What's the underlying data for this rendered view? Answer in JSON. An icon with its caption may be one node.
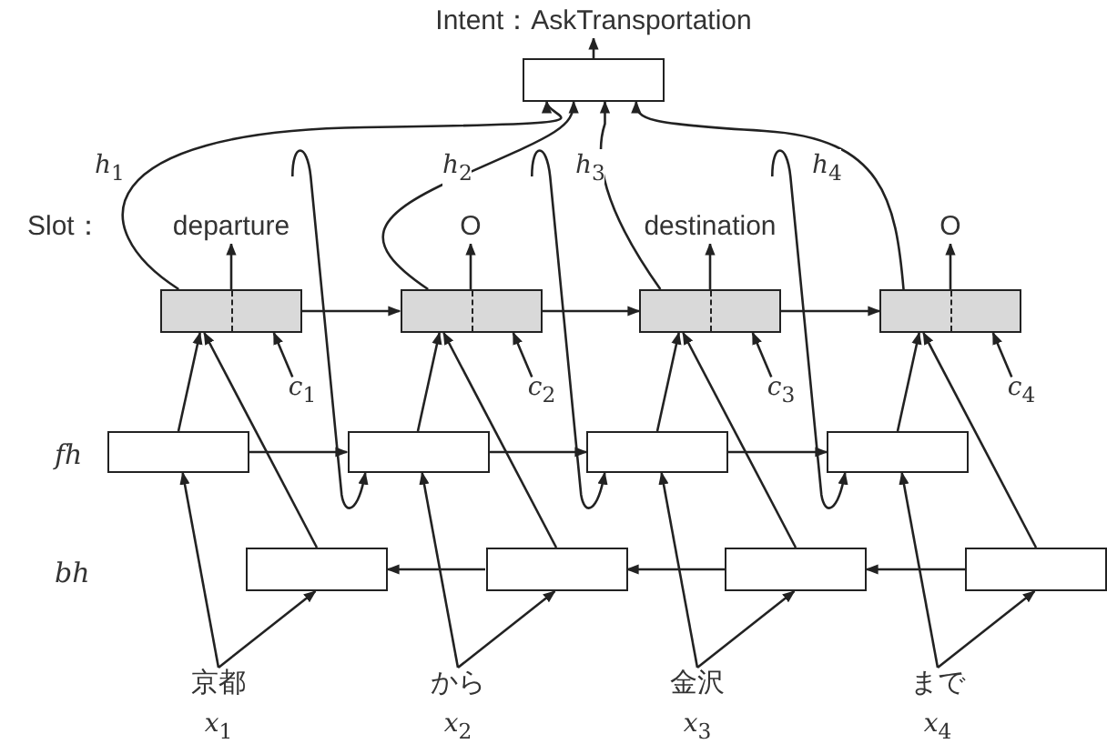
{
  "diagram": {
    "nodes": [
      {
        "text": [
          "Intent：AskTransportation"
        ]
      },
      {
        "text": [],
        "shape": "box"
      },
      {
        "text": [
          "departure"
        ]
      },
      {
        "text": [
          "O"
        ]
      },
      {
        "text": [
          "destination"
        ]
      },
      {
        "text": [
          "O"
        ]
      },
      {
        "text": [],
        "shape": "box"
      },
      {
        "text": [],
        "shape": "box"
      },
      {
        "text": [],
        "shape": "box"
      },
      {
        "text": [],
        "shape": "box"
      },
      {
        "text": [
          "*c*$_{1}$"
        ]
      },
      {
        "text": [
          "*c*$_{2}$"
        ]
      },
      {
        "text": [
          "*c*$_{3}$"
        ]
      },
      {
        "text": [
          "*c*$_{4}$"
        ]
      },
      {
        "text": [],
        "shape": "box"
      },
      {
        "text": [],
        "shape": "box"
      },
      {
        "text": [],
        "shape": "box"
      },
      {
        "text": [],
        "shape": "box"
      },
      {
        "text": [],
        "shape": "box"
      },
      {
        "text": [],
        "shape": "box"
      },
      {
        "text": [],
        "shape": "box"
      },
      {
        "text": [],
        "shape": "box"
      },
      {
        "text": [
          "京都"
        ],
        "beside": [
          "*x*$_{1}$"
        ]
      },
      {
        "text": [
          "から"
        ],
        "beside": [
          "*x*$_{2}$"
        ]
      },
      {
        "text": [
          "金沢"
        ],
        "beside": [
          "*x*$_{3}$"
        ]
      },
      {
        "text": [
          "まで"
        ],
        "beside": [
          "*x*$_{4}$"
        ]
      }
    ],
    "edges": [
      {
        "from": 1,
        "to": 0,
        "arrow": "to"
      },
      {
        "from": 6,
        "to": 2,
        "arrow": "to"
      },
      {
        "from": 7,
        "to": 3,
        "arrow": "to"
      },
      {
        "from": 8,
        "to": 4,
        "arrow": "to"
      },
      {
        "from": 9,
        "to": 5,
        "arrow": "to"
      },
      {
        "from": 6,
        "to": 1,
        "arrow": "to",
        "label": "*h*$_{1}$"
      },
      {
        "from": 7,
        "to": 1,
        "arrow": "to",
        "label": "*h*$_{2}$"
      },
      {
        "from": 8,
        "to": 1,
        "arrow": "to",
        "label": "*h*$_{3}$"
      },
      {
        "from": 9,
        "to": 1,
        "arrow": "to",
        "label": "*h*$_{4}$"
      },
      {
        "from": 10,
        "to": 6,
        "arrow": "to"
      },
      {
        "from": 11,
        "to": 7,
        "arrow": "to"
      },
      {
        "from": 12,
        "to": 8,
        "arrow": "to"
      },
      {
        "from": 13,
        "to": 9,
        "arrow": "to"
      },
      {
        "from": 6,
        "to": 7,
        "arrow": "to"
      },
      {
        "from": 7,
        "to": 8,
        "arrow": "to"
      },
      {
        "from": 8,
        "to": 9,
        "arrow": "to"
      },
      {
        "from": 14,
        "to": 15,
        "arrow": "to"
      },
      {
        "from": 15,
        "to": 16,
        "arrow": "to"
      },
      {
        "from": 16,
        "to": 17,
        "arrow": "to"
      },
      {
        "from": 21,
        "to": 20,
        "arrow": "to"
      },
      {
        "from": 20,
        "to": 19,
        "arrow": "to"
      },
      {
        "from": 19,
        "to": 18,
        "arrow": "to"
      },
      {
        "from": 14,
        "to": 6,
        "arrow": "to"
      },
      {
        "from": 15,
        "to": 7,
        "arrow": "to"
      },
      {
        "from": 16,
        "to": 8,
        "arrow": "to"
      },
      {
        "from": 17,
        "to": 9,
        "arrow": "to"
      },
      {
        "from": 18,
        "to": 6,
        "arrow": "to"
      },
      {
        "from": 19,
        "to": 7,
        "arrow": "to"
      },
      {
        "from": 20,
        "to": 8,
        "arrow": "to"
      },
      {
        "from": 21,
        "to": 9,
        "arrow": "to"
      },
      {
        "from": null,
        "to": 15,
        "arrow": "to"
      },
      {
        "from": null,
        "to": 16,
        "arrow": "to"
      },
      {
        "from": null,
        "to": 17,
        "arrow": "to"
      },
      {
        "from": 22,
        "to": 14,
        "arrow": "to"
      },
      {
        "from": 23,
        "to": 15,
        "arrow": "to"
      },
      {
        "from": 24,
        "to": 16,
        "arrow": "to"
      },
      {
        "from": 25,
        "to": 17,
        "arrow": "to"
      },
      {
        "from": 22,
        "to": 18,
        "arrow": "to"
      },
      {
        "from": 23,
        "to": 19,
        "arrow": "to"
      },
      {
        "from": 24,
        "to": 20,
        "arrow": "to"
      },
      {
        "from": 25,
        "to": 21,
        "arrow": "to"
      }
    ],
    "labels": [
      "Slot：",
      "fh",
      "bh"
    ]
  }
}
